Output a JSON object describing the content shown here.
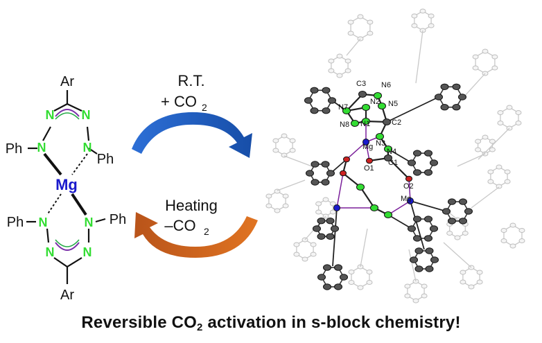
{
  "left_molecule": {
    "top_ar": "Ar",
    "bottom_ar": "Ar",
    "n_label": "N",
    "ph_label": "Ph",
    "metal": "Mg"
  },
  "forward_arrow": {
    "line1": "R.T.",
    "line2_prefix": "+ CO",
    "line2_sub": "2"
  },
  "reverse_arrow": {
    "line1": "Heating",
    "line2_prefix": "–CO",
    "line2_sub": "2"
  },
  "crystal_labels": [
    "C3",
    "N6",
    "N7",
    "N2",
    "N5",
    "N8",
    "N1",
    "C2",
    "N3",
    "Mg",
    "N4",
    "O1",
    "C1",
    "O2",
    "Mg"
  ],
  "caption": {
    "prefix": "Reversible CO",
    "sub": "2",
    "suffix": " activation in s-block chemistry!"
  },
  "colors": {
    "nitrogen": "#33dd33",
    "magnesium": "#1a1acc",
    "forward_arrow": "#1f5fc8",
    "reverse_arrow": "#d2651c",
    "bond_purple": "#7a1f9a",
    "oxygen": "#cc2222"
  }
}
